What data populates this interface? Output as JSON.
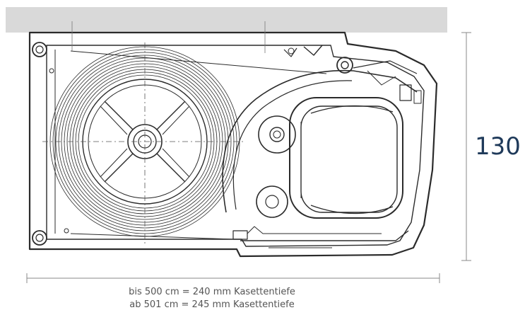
{
  "height_label": "130",
  "caption": {
    "line1": "bis 500 cm = 240 mm Kasettentiefe",
    "line2": "ab 501 cm = 245 mm Kasettentiefe"
  },
  "colors": {
    "ceiling": "#d9d9d9",
    "line": "#2b2b2b",
    "dimension_text": "#1f3a5a",
    "dimension_line": "#888888"
  }
}
